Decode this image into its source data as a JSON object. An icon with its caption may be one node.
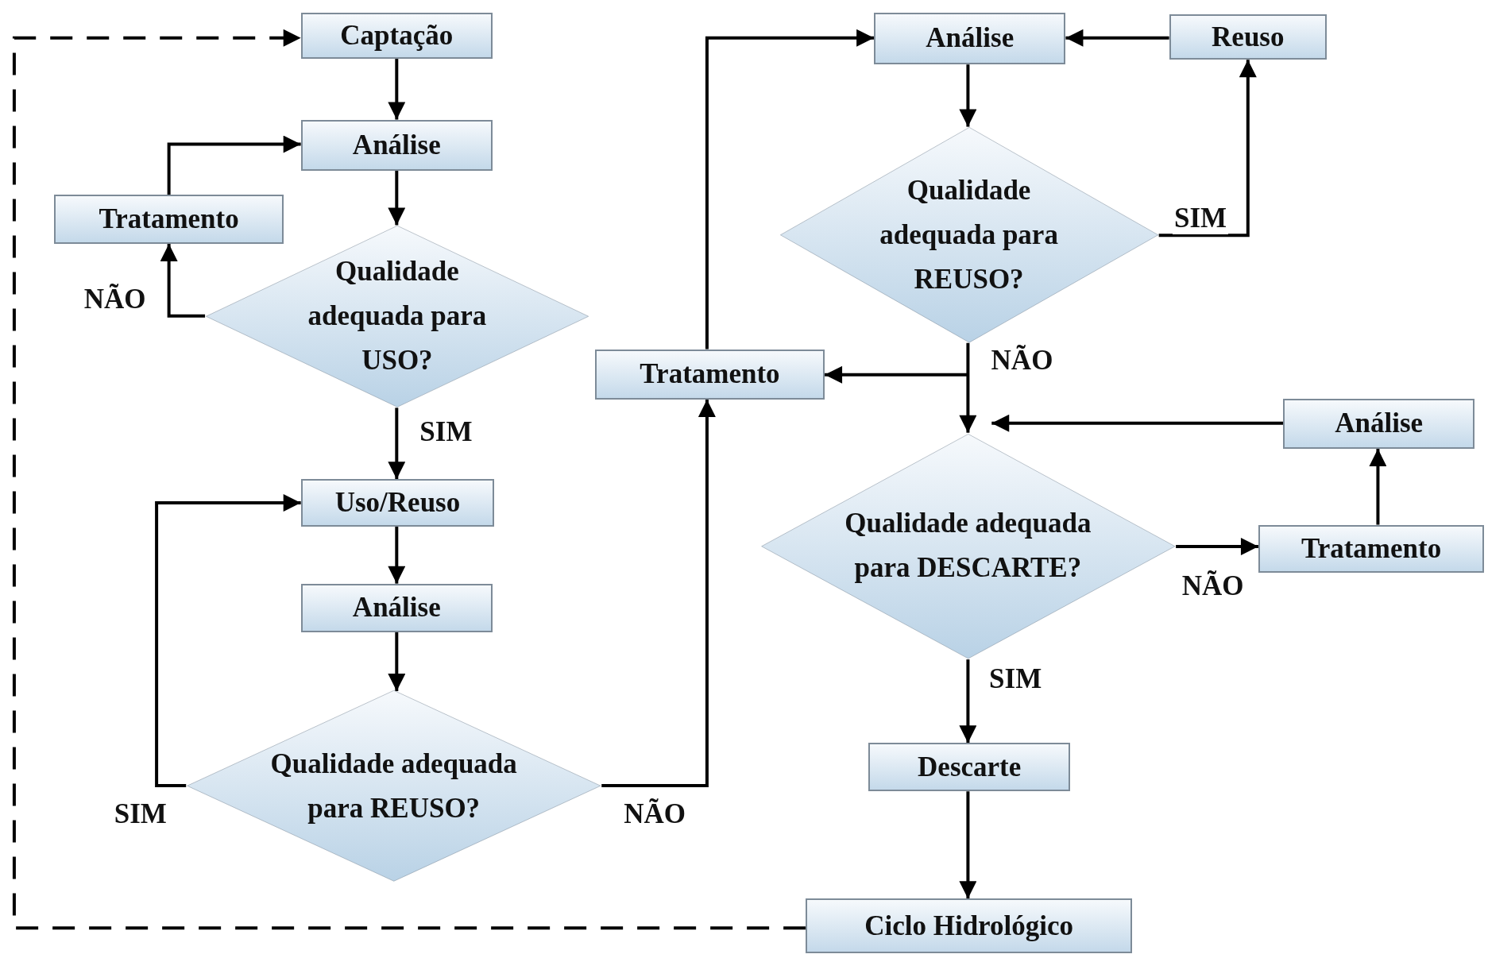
{
  "diagram": {
    "nodes": [
      {
        "text": [
          "Captação"
        ]
      },
      {
        "text": [
          "Análise"
        ]
      },
      {
        "text": [
          "Tratamento"
        ]
      },
      {
        "text": [
          "Qualidade adequada para USO?"
        ]
      },
      {
        "text": [
          "Uso/Reuso"
        ]
      },
      {
        "text": [
          "Análise"
        ]
      },
      {
        "text": [
          "Qualidade adequada para REUSO?"
        ]
      },
      {
        "text": [
          "Tratamento"
        ]
      },
      {
        "text": [
          "Análise"
        ]
      },
      {
        "text": [
          "Reuso"
        ]
      },
      {
        "text": [
          "Qualidade adequada para REUSO?"
        ]
      },
      {
        "text": [
          "Qualidade adequada para DESCARTE?"
        ]
      },
      {
        "text": [
          "Análise"
        ]
      },
      {
        "text": [
          "Tratamento"
        ]
      },
      {
        "text": [
          "Descarte"
        ]
      },
      {
        "text": [
          "Ciclo Hidrológico"
        ]
      }
    ],
    "edges": [
      {
        "from": 0,
        "to": 1,
        "arrow": "to"
      },
      {
        "from": 1,
        "to": 3,
        "arrow": "to"
      },
      {
        "from": 3,
        "to": 2,
        "arrow": "to",
        "label": "NÃO"
      },
      {
        "from": 2,
        "to": 1,
        "arrow": "to"
      },
      {
        "from": 3,
        "to": 4,
        "arrow": "to",
        "label": "SIM"
      },
      {
        "from": 4,
        "to": 5,
        "arrow": "to"
      },
      {
        "from": 5,
        "to": 6,
        "arrow": "to"
      },
      {
        "from": 6,
        "to": 4,
        "arrow": "to",
        "label": "SIM"
      },
      {
        "from": 6,
        "to": 7,
        "arrow": "to",
        "label": "NÃO"
      },
      {
        "from": 7,
        "to": 8,
        "arrow": "to"
      },
      {
        "from": 9,
        "to": 8,
        "arrow": "to"
      },
      {
        "from": 8,
        "to": 10,
        "arrow": "to"
      },
      {
        "from": 10,
        "to": 9,
        "arrow": "to",
        "label": "SIM"
      },
      {
        "from": 10,
        "to": 11,
        "arrow": "to",
        "label": "NÃO"
      },
      {
        "from": 10,
        "to": 7,
        "arrow": "to"
      },
      {
        "from": 11,
        "to": 13,
        "arrow": "to",
        "label": "NÃO"
      },
      {
        "from": 13,
        "to": 12,
        "arrow": "to"
      },
      {
        "from": 12,
        "to": 11,
        "arrow": "to"
      },
      {
        "from": 11,
        "to": 14,
        "arrow": "to",
        "label": "SIM"
      },
      {
        "from": 14,
        "to": 15,
        "arrow": "to"
      },
      {
        "from": 15,
        "to": 0,
        "arrow": "to",
        "style": "dashed"
      }
    ]
  }
}
